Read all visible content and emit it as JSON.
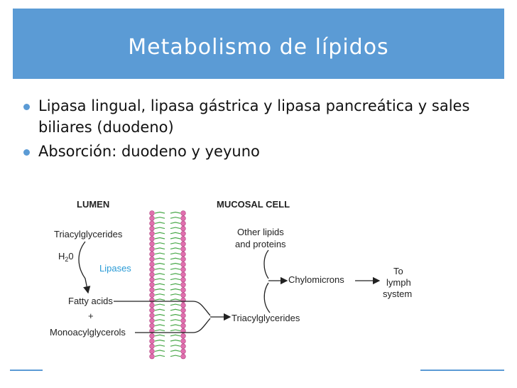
{
  "slide": {
    "title": "Metabolismo de lípidos",
    "bullets": [
      "Lipasa lingual, lipasa gástrica y lipasa pancreática y sales biliares (duodeno)",
      "Absorción: duodeno y yeyuno"
    ]
  },
  "diagram": {
    "lumen_label": "LUMEN",
    "mucosal_label": "MUCOSAL CELL",
    "triacylglycerides_left": "Triacylglycerides",
    "water": "H",
    "water_sub": "2",
    "water_o": "0",
    "lipases": "Lipases",
    "fatty_acids": "Fatty acids",
    "plus": "+",
    "monoacylglycerols": "Monoacylglycerols",
    "other_lipids_line1": "Other lipids",
    "other_lipids_line2": "and proteins",
    "chylomicrons": "Chylomicrons",
    "to_lymph_line1": "To",
    "to_lymph_line2": "lymph",
    "to_lymph_line3": "system",
    "triacylglycerides_right": "Triacylglycerides"
  },
  "colors": {
    "accent": "#5b9bd5",
    "membrane_head": "#e06fae",
    "membrane_tail": "#4aa84a",
    "lipases_text": "#2a9bd6"
  }
}
